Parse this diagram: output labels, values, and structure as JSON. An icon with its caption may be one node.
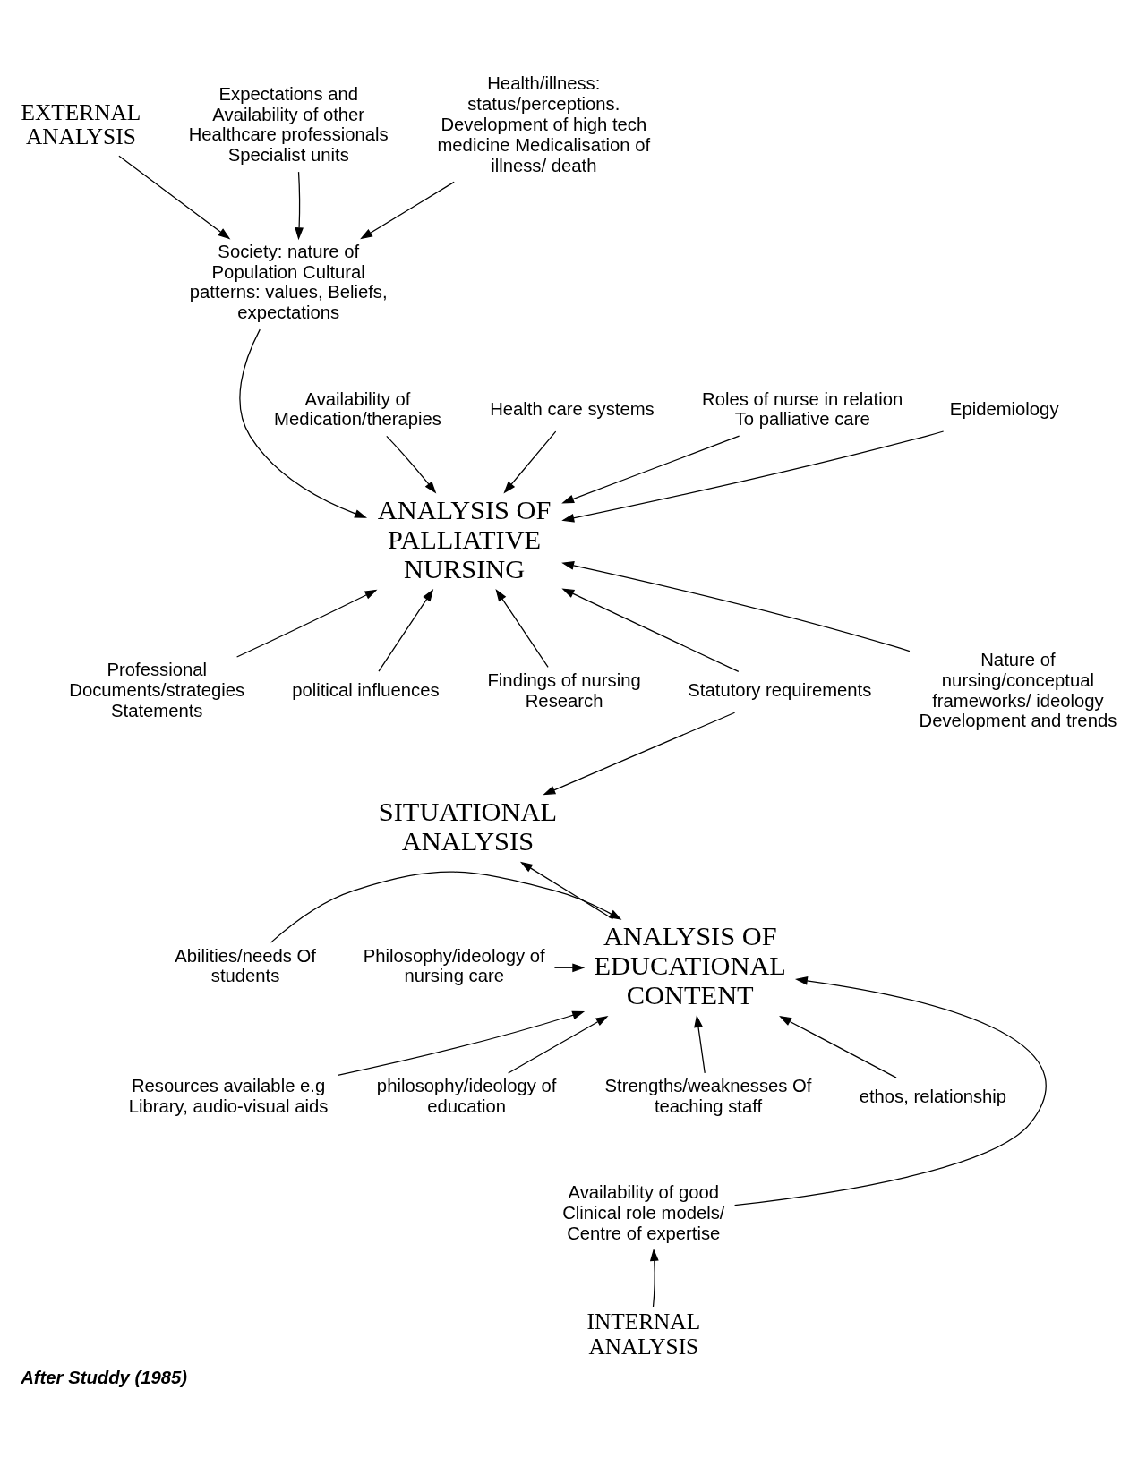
{
  "diagram": {
    "caption": "After Studdy (1985)",
    "nodes": [
      {
        "text": [
          "EXTERNAL ANALYSIS"
        ]
      },
      {
        "text": [
          "Expectations and Availability of other Healthcare professionals Specialist units"
        ]
      },
      {
        "text": [
          "Health/illness: status/perceptions. Development of high tech medicine Medicalisation of illness/ death"
        ]
      },
      {
        "text": [
          "Society: nature of Population Cultural patterns: values, Beliefs, expectations"
        ]
      },
      {
        "text": [
          "ANALYSIS OF PALLIATIVE NURSING"
        ]
      },
      {
        "text": [
          "Availability of Medication/therapies"
        ]
      },
      {
        "text": [
          "Health care systems"
        ]
      },
      {
        "text": [
          "Roles of nurse in relation To palliative care"
        ]
      },
      {
        "text": [
          "Epidemiology"
        ]
      },
      {
        "text": [
          "Professional Documents/strategies Statements"
        ]
      },
      {
        "text": [
          "political influences"
        ]
      },
      {
        "text": [
          "Findings of nursing Research"
        ]
      },
      {
        "text": [
          "Statutory requirements"
        ]
      },
      {
        "text": [
          "Nature of nursing/conceptual frameworks/ ideology Development and trends"
        ]
      },
      {
        "text": [
          "SITUATIONAL ANALYSIS"
        ]
      },
      {
        "text": [
          "ANALYSIS OF EDUCATIONAL CONTENT"
        ]
      },
      {
        "text": [
          "Abilities/needs Of students"
        ]
      },
      {
        "text": [
          "Philosophy/ideology of nursing care"
        ]
      },
      {
        "text": [
          "Resources available e.g Library, audio-visual aids"
        ]
      },
      {
        "text": [
          "philosophy/ideology of education"
        ]
      },
      {
        "text": [
          "Strengths/weaknesses Of teaching staff"
        ]
      },
      {
        "text": [
          "ethos, relationship"
        ]
      },
      {
        "text": [
          "Availability of good Clinical role models/ Centre of expertise"
        ]
      },
      {
        "text": [
          "INTERNAL ANALYSIS"
        ]
      }
    ],
    "edges": [
      {
        "from": 0,
        "to": 3,
        "arrow": "to"
      },
      {
        "from": 1,
        "to": 3,
        "arrow": "to"
      },
      {
        "from": 2,
        "to": 3,
        "arrow": "to"
      },
      {
        "from": 3,
        "to": 4,
        "arrow": "to"
      },
      {
        "from": 5,
        "to": 4,
        "arrow": "to"
      },
      {
        "from": 6,
        "to": 4,
        "arrow": "to"
      },
      {
        "from": 7,
        "to": 4,
        "arrow": "to"
      },
      {
        "from": 8,
        "to": 4,
        "arrow": "to"
      },
      {
        "from": 9,
        "to": 4,
        "arrow": "to"
      },
      {
        "from": 10,
        "to": 4,
        "arrow": "to"
      },
      {
        "from": 11,
        "to": 4,
        "arrow": "to"
      },
      {
        "from": 12,
        "to": 4,
        "arrow": "to"
      },
      {
        "from": 13,
        "to": 4,
        "arrow": "to"
      },
      {
        "from": 12,
        "to": 14,
        "arrow": "to"
      },
      {
        "from": 15,
        "to": 14,
        "arrow": "to"
      },
      {
        "from": 16,
        "to": 15,
        "arrow": "to"
      },
      {
        "from": 17,
        "to": 15,
        "arrow": "to"
      },
      {
        "from": 18,
        "to": 15,
        "arrow": "to"
      },
      {
        "from": 19,
        "to": 15,
        "arrow": "to"
      },
      {
        "from": 20,
        "to": 15,
        "arrow": "to"
      },
      {
        "from": 21,
        "to": 15,
        "arrow": "to"
      },
      {
        "from": 22,
        "to": 15,
        "arrow": "to"
      },
      {
        "from": 23,
        "to": 22,
        "arrow": "to"
      }
    ]
  }
}
